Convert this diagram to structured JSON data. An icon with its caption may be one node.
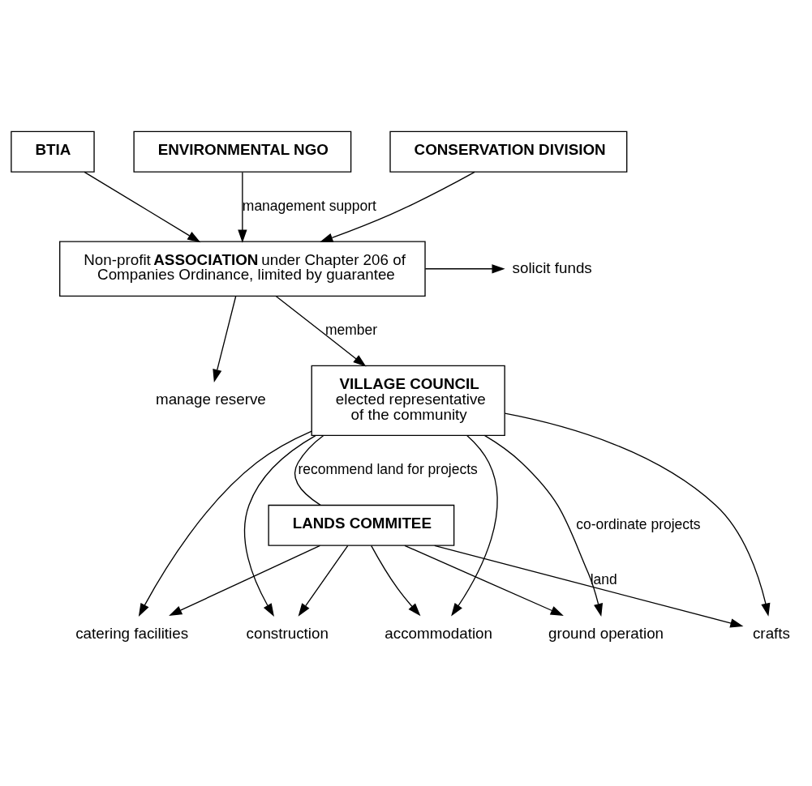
{
  "diagram": {
    "nodes": [
      {
        "text": [
          "BTIA"
        ]
      },
      {
        "text": [
          "ENVIRONMENTAL NGO"
        ]
      },
      {
        "text": [
          "CONSERVATION DIVISION"
        ]
      },
      {
        "text": [
          "Non-profit **ASSOCIATION** under Chapter 206 of Companies Ordinance, limited by guarantee"
        ]
      },
      {
        "text": [
          "solicit funds"
        ]
      },
      {
        "text": [
          "manage reserve"
        ]
      },
      {
        "text": [
          "VILLAGE COUNCIL",
          "elected representative of the community"
        ]
      },
      {
        "text": [
          "LANDS COMMITEE"
        ]
      },
      {
        "text": [
          "construction"
        ]
      },
      {
        "text": [
          "catering facilities"
        ]
      },
      {
        "text": [
          "accommodation"
        ]
      },
      {
        "text": [
          "crafts"
        ]
      },
      {
        "text": [
          "ground operation"
        ]
      }
    ],
    "edges": [
      {
        "from": 0,
        "to": 3,
        "arrow": "to"
      },
      {
        "from": 1,
        "to": 3,
        "arrow": "to",
        "label": "management support"
      },
      {
        "from": 2,
        "to": 3,
        "arrow": "to"
      },
      {
        "from": 3,
        "to": 4,
        "arrow": "to"
      },
      {
        "from": 3,
        "to": 5,
        "arrow": "to"
      },
      {
        "from": 3,
        "to": 6,
        "arrow": "to",
        "label": "member"
      },
      {
        "from": 6,
        "to": 7,
        "arrow": "none",
        "label": "recommend land for projects"
      },
      {
        "from": 6,
        "to": 8,
        "arrow": "to"
      },
      {
        "from": 6,
        "to": 9,
        "arrow": "to"
      },
      {
        "from": 6,
        "to": 10,
        "arrow": "to"
      },
      {
        "from": 6,
        "to": 11,
        "arrow": "to"
      },
      {
        "from": 6,
        "to": 12,
        "arrow": "to",
        "label": "co-ordinate projects"
      },
      {
        "from": 7,
        "to": 8,
        "arrow": "to"
      },
      {
        "from": 7,
        "to": 9,
        "arrow": "to"
      },
      {
        "from": 7,
        "to": 10,
        "arrow": "to"
      },
      {
        "from": 7,
        "to": 11,
        "arrow": "to",
        "label": "land"
      },
      {
        "from": 7,
        "to": 12,
        "arrow": "to"
      }
    ]
  }
}
